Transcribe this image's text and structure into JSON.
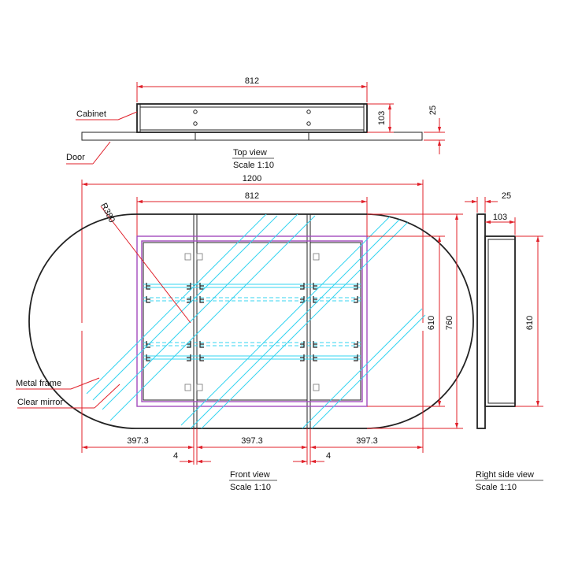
{
  "colors": {
    "dimension": "#e0202a",
    "metal_frame": "#a24bbd",
    "mirror": "#34d4f0",
    "outline": "#222222"
  },
  "top_view": {
    "width_label": "812",
    "cabinet_depth_label": "103",
    "door_thickness_label": "25",
    "cabinet_label": "Cabinet",
    "door_label": "Door",
    "title": "Top view",
    "scale": "Scale 1:10"
  },
  "front_view": {
    "overall_width_label": "1200",
    "cabinet_width_label": "812",
    "radius_label": "R380",
    "frame_height_label": "610",
    "overall_height_label": "760",
    "door_width_left": "397.3",
    "door_width_middle": "397.3",
    "door_width_right": "397.3",
    "gap_left": "4",
    "gap_right": "4",
    "metal_frame_label": "Metal frame",
    "clear_mirror_label": "Clear mirror",
    "title": "Front view",
    "scale": "Scale 1:10"
  },
  "side_view": {
    "door_thickness_label": "25",
    "cabinet_depth_label": "103",
    "height_label": "610",
    "title": "Right side view",
    "scale": "Scale 1:10"
  }
}
